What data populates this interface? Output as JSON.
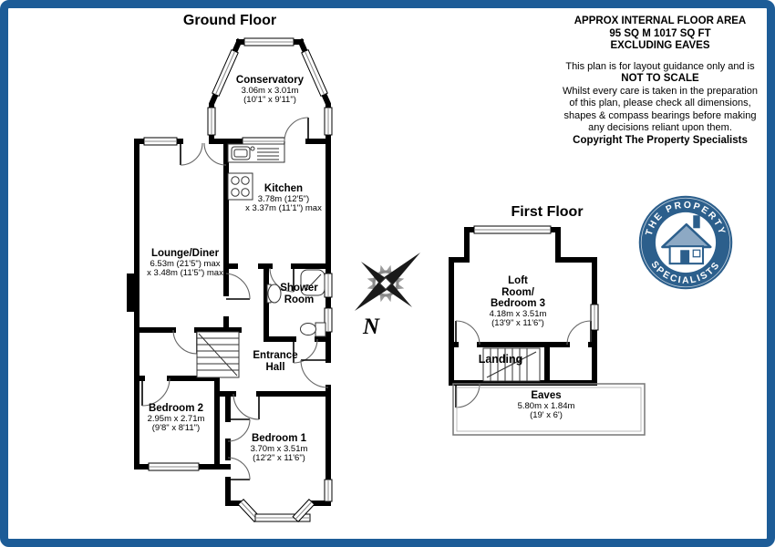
{
  "frame": {
    "border_color": "#1d5c97"
  },
  "titles": {
    "ground_floor": "Ground Floor",
    "first_floor": "First Floor"
  },
  "info_panel": {
    "floor_area_lines": [
      "APPROX INTERNAL FLOOR AREA",
      "95 SQ M 1017 SQ FT",
      "EXCLUDING EAVES"
    ],
    "disclaimer_lines": [
      "This plan is for layout guidance only and is",
      "NOT TO SCALE",
      "Whilst every care is taken in the preparation",
      "of this plan, please check all dimensions,",
      "shapes & compass bearings before making",
      "any decisions reliant upon them.",
      "Copyright The Property Specialists"
    ]
  },
  "rooms": {
    "conservatory": {
      "name": "Conservatory",
      "dims_metric": "3.06m x 3.01m",
      "dims_imperial": "(10'1\" x 9'11\")"
    },
    "kitchen": {
      "name": "Kitchen",
      "dims_metric": "3.78m (12'5\")",
      "dims_imperial": "x 3.37m (11'1\") max"
    },
    "lounge_diner": {
      "name": "Lounge/Diner",
      "dims_metric": "6.53m (21'5\") max",
      "dims_imperial": "x 3.48m (11'5\") max"
    },
    "shower_room": {
      "name_line1": "Shower",
      "name_line2": "Room"
    },
    "entrance_hall": {
      "name_line1": "Entrance",
      "name_line2": "Hall"
    },
    "bedroom_2": {
      "name": "Bedroom 2",
      "dims_metric": "2.95m x 2.71m",
      "dims_imperial": "(9'8\" x 8'11\")"
    },
    "bedroom_1": {
      "name": "Bedroom 1",
      "dims_metric": "3.70m x 3.51m",
      "dims_imperial": "(12'2\" x 11'6\")"
    },
    "loft_bedroom_3": {
      "name_line1": "Loft",
      "name_line2": "Room/",
      "name_line3": "Bedroom 3",
      "dims_metric": "4.18m x 3.51m",
      "dims_imperial": "(13'9\" x 11'6\")"
    },
    "landing": {
      "name": "Landing"
    },
    "eaves": {
      "name": "Eaves",
      "dims_metric": "5.80m x 1.84m",
      "dims_imperial": "(19' x 6')"
    }
  },
  "compass": {
    "north_label": "N"
  },
  "logo": {
    "arc_top": "THE PROPERTY",
    "arc_bottom": "SPECIALISTS",
    "circle_color": "#2c5f8c"
  }
}
